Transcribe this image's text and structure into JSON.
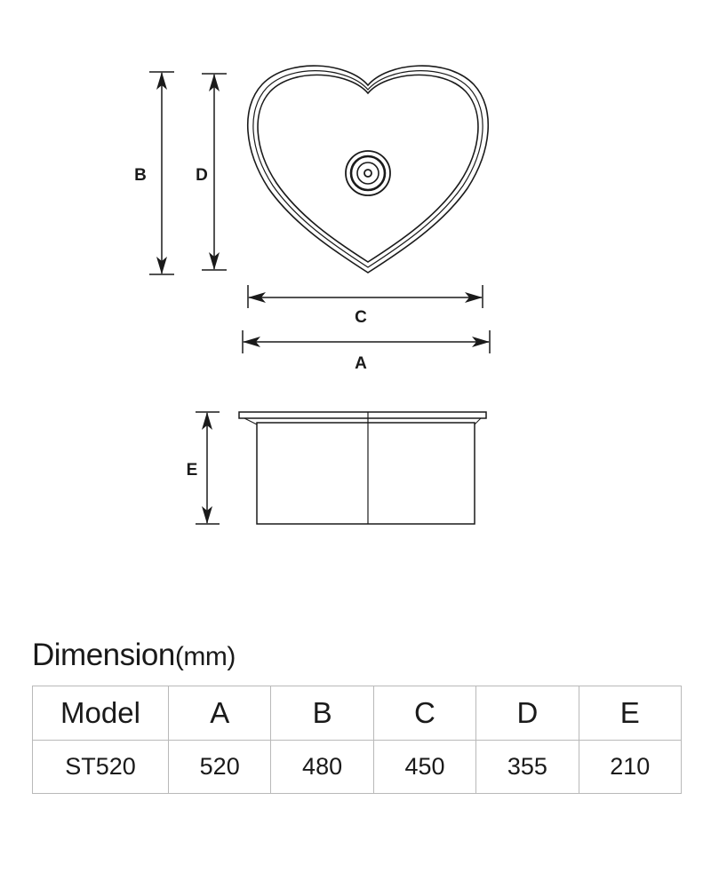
{
  "drawing": {
    "top_view": {
      "label_B": "B",
      "label_D": "D",
      "label_C": "C",
      "label_A": "A"
    },
    "side_view": {
      "label_E": "E"
    }
  },
  "table": {
    "title": "Dimension",
    "unit": "(mm)",
    "headers": [
      "Model",
      "A",
      "B",
      "C",
      "D",
      "E"
    ],
    "rows": [
      [
        "ST520",
        "520",
        "480",
        "450",
        "355",
        "210"
      ]
    ]
  }
}
